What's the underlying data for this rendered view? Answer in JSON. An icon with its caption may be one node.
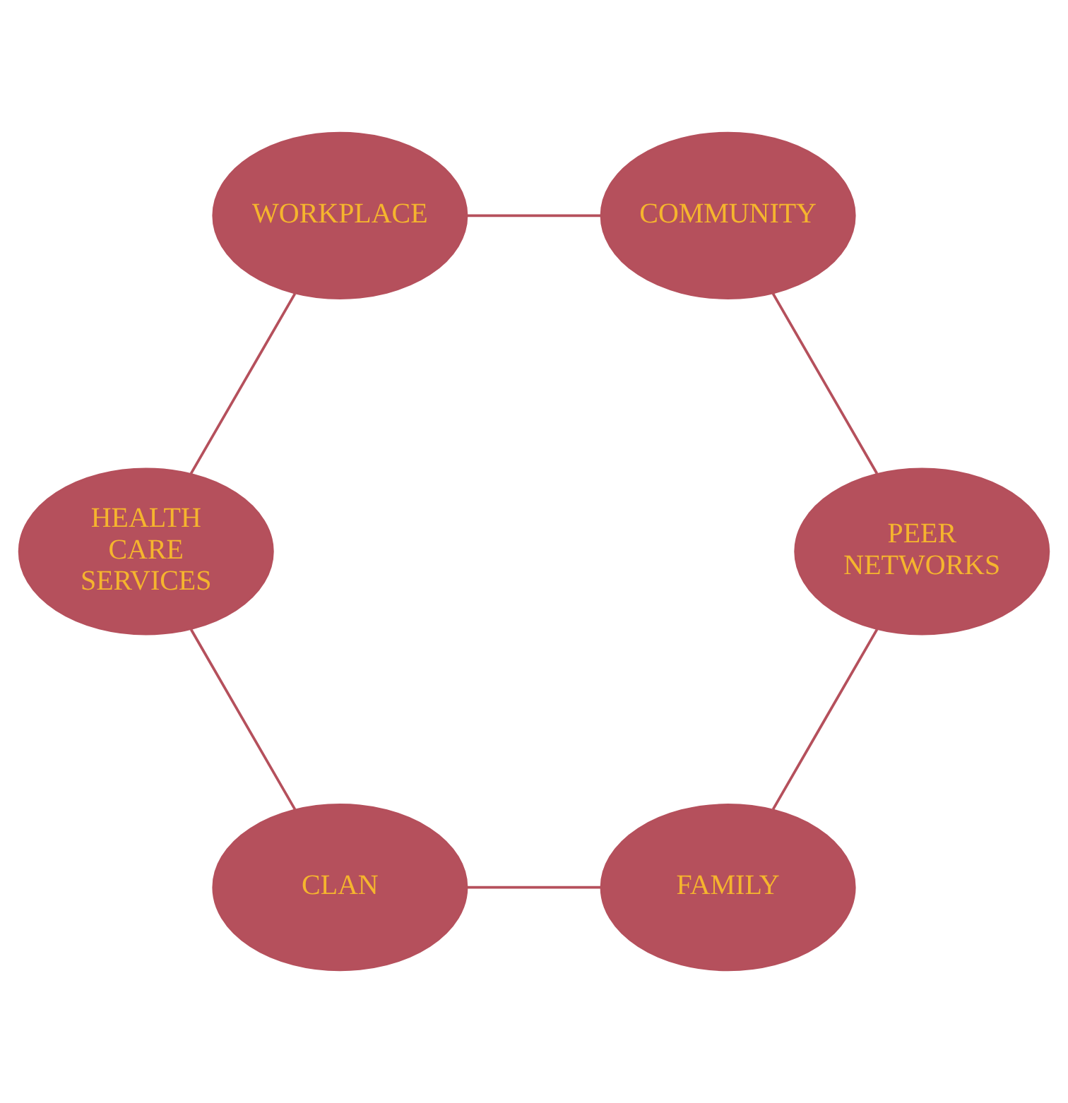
{
  "diagram": {
    "nodes": [
      {
        "text": [
          "FAMILY"
        ]
      },
      {
        "text": [
          "CLAN"
        ]
      },
      {
        "text": [
          "HEALTH CARE SERVICES"
        ]
      },
      {
        "text": [
          "WORKPLACE"
        ]
      },
      {
        "text": [
          "COMMUNITY"
        ]
      },
      {
        "text": [
          "PEER NETWORKS"
        ]
      }
    ],
    "edges": [
      {
        "from": 0,
        "to": 1,
        "arrow": "none"
      },
      {
        "from": 1,
        "to": 2,
        "arrow": "none"
      },
      {
        "from": 2,
        "to": 3,
        "arrow": "none"
      },
      {
        "from": 3,
        "to": 4,
        "arrow": "none"
      },
      {
        "from": 4,
        "to": 5,
        "arrow": "none"
      },
      {
        "from": 5,
        "to": 0,
        "arrow": "none"
      }
    ]
  }
}
